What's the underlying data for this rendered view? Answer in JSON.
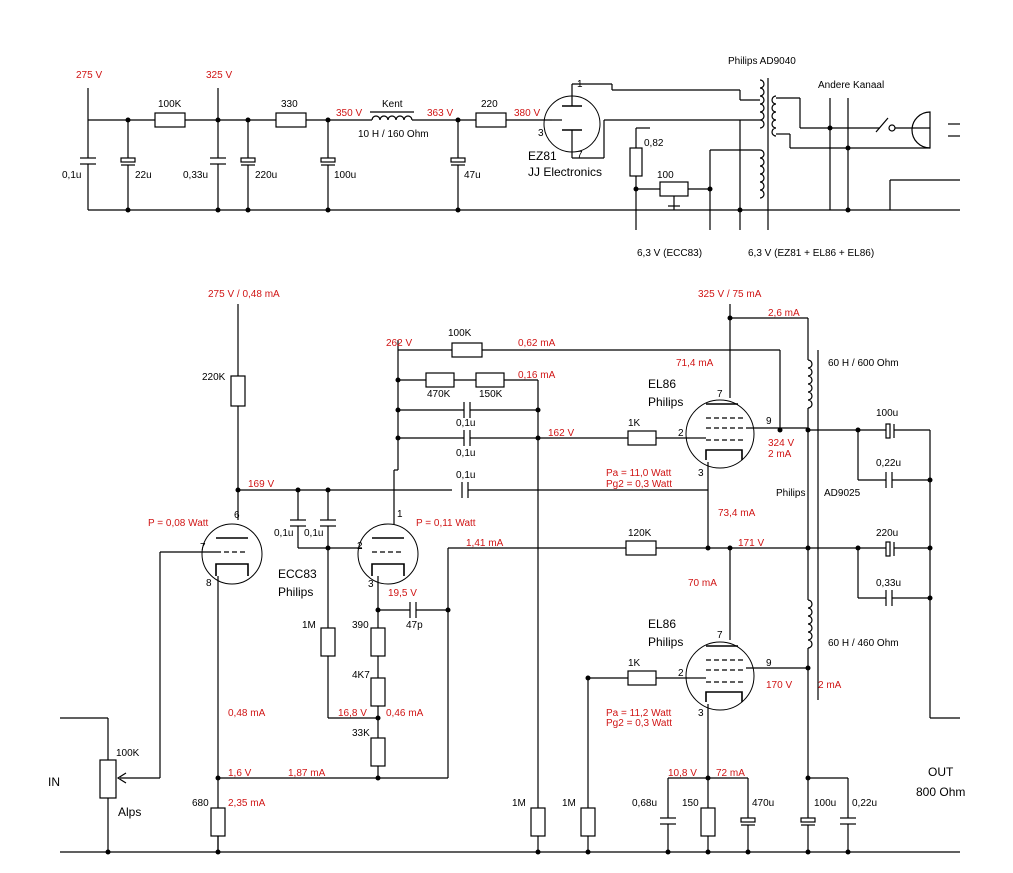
{
  "power_supply": {
    "v1": "275 V",
    "v2": "325 V",
    "v3": "350 V",
    "v4": "363 V",
    "v5": "380 V",
    "r1": "100K",
    "r2": "330",
    "r3": "220",
    "c1": "0,1u",
    "c2": "22u",
    "c3": "0,33u",
    "c4": "220u",
    "c5": "100u",
    "c6": "47u",
    "choke_name": "Kent",
    "choke_spec": "10 H / 160 Ohm",
    "rect_pin1": "1",
    "rect_pin3": "3",
    "rect_pin7": "7",
    "rect_type": "EZ81",
    "rect_maker": "JJ Electronics",
    "transformer": "Philips AD9040",
    "other_channel": "Andere Kanaal",
    "r_082": "0,82",
    "r_100": "100",
    "heater1": "6,3 V (ECC83)",
    "heater2": "6,3 V (EZ81 + EL86 + EL86)"
  },
  "amp": {
    "v_top_ecc": "275 V / 0,48 mA",
    "r_220k": "220K",
    "v_169": "169 V",
    "pin6": "6",
    "pin7": "7",
    "pin8": "8",
    "p1": "P = 0,08 Watt",
    "c01a": "0,1u",
    "c01b": "0,1u",
    "pin1": "1",
    "pin2": "2",
    "pin3": "3",
    "p2": "P = 0,11 Watt",
    "tube_type": "ECC83",
    "tube_maker": "Philips",
    "v_262": "262 V",
    "r_fb1": "100K",
    "i_062": "0,62 mA",
    "r_470k": "470K",
    "r_150k": "150K",
    "i_016": "0,16 mA",
    "c_fb1": "0,1u",
    "c_fb2": "0,1u",
    "c_fb3": "0,1u",
    "v_162": "162 V",
    "i_141": "1,41 mA",
    "v_195": "19,5 V",
    "c_47p": "47p",
    "r_1m_a": "1M",
    "r_390": "390",
    "r_4k7": "4K7",
    "v_168": "16,8 V",
    "i_046": "0,46 mA",
    "r_33k": "33K",
    "i_048": "0,48 mA",
    "in_label": "IN",
    "pot": "100K",
    "pot_maker": "Alps",
    "v_16": "1,6 V",
    "i_187": "1,87 mA",
    "r_680": "680",
    "i_235": "2,35 mA",
    "r_1m_b": "1M",
    "r_1m_c": "1M"
  },
  "output": {
    "v_b": "325 V / 75 mA",
    "i_26": "2,6 mA",
    "i_714": "71,4 mA",
    "el_type": "EL86",
    "el_maker": "Philips",
    "pin7a": "7",
    "pin9a": "9",
    "pin2a": "2",
    "pin3a": "3",
    "r_1k_a": "1K",
    "v_324": "324 V",
    "i_2a": "2 mA",
    "pa1": "Pa   = 11,0 Watt",
    "pg1": "Pg2  =   0,3 Watt",
    "i_734": "73,4 mA",
    "r_120k": "120K",
    "v_171": "171 V",
    "i_70": "70 mA",
    "el_type2": "EL86",
    "el_maker2": "Philips",
    "pin7b": "7",
    "pin9b": "9",
    "pin2b": "2",
    "pin3b": "3",
    "r_1k_b": "1K",
    "v_170": "170 V",
    "i_2b": "2 mA",
    "pa2": "Pa   = 11,2 Watt",
    "pg2": "Pg2  =   0,3 Watt",
    "choke1": "60 H / 600 Ohm",
    "choke2": "60 H / 460 Ohm",
    "ot_maker": "Philips",
    "ot_type": "AD9025",
    "c_100u": "100u",
    "c_022": "0,22u",
    "c_220u": "220u",
    "c_033": "0,33u",
    "v_108": "10,8 V",
    "i_72": "72 mA",
    "c_068": "0,68u",
    "r_150": "150",
    "c_470u": "470u",
    "c_100u_b": "100u",
    "c_022_b": "0,22u",
    "out": "OUT",
    "out_imp": "800 Ohm"
  }
}
